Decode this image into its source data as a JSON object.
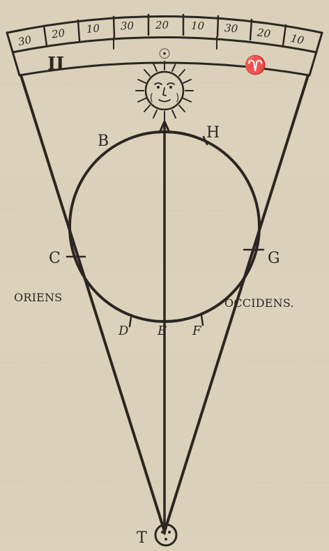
{
  "zodiac_scale": {
    "numbers": [
      "30",
      "20",
      "10",
      "30",
      "20",
      "10",
      "30",
      "20",
      "10"
    ],
    "signs": {
      "left": "II",
      "right": "♈"
    }
  },
  "sun_symbol": "☉",
  "points": {
    "B": "B",
    "H": "H",
    "C": "C",
    "G": "G",
    "D": "D",
    "E": "E",
    "F": "F",
    "T": "T"
  },
  "directions": {
    "east": "ORIENS",
    "west": "OCCIDENS."
  },
  "colors": {
    "paper": "#ddd3bd",
    "ink": "#2b2622"
  },
  "icons": {
    "sun": "sun-face-icon",
    "earth": "earth-face-icon"
  }
}
